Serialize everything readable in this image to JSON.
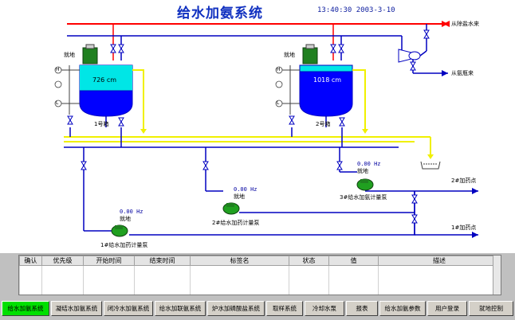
{
  "title": "给水加氨系统",
  "clock": "13:40:30  2003-3-10",
  "pipe_labels": {
    "from_desalted": "从除盐水来",
    "from_ammonia": "从氨瓶来",
    "to_dosing_2": "2#加药点",
    "to_dosing_1": "1#加药点"
  },
  "tanks": [
    {
      "name": "1号箱",
      "level": "726  cm",
      "valve_tag": "就地"
    },
    {
      "name": "2号箱",
      "level": "1018  cm",
      "valve_tag": "就地"
    }
  ],
  "pumps": [
    {
      "name": "1#给水加药计量泵",
      "freq": "0.00 Hz",
      "mode": "就地"
    },
    {
      "name": "2#给水加药计量泵",
      "freq": "0.00 Hz",
      "mode": "就地"
    },
    {
      "name": "3#给水加氨计量泵",
      "freq": "0.00 Hz",
      "mode": "就地"
    }
  ],
  "level_switches": {
    "high": "H",
    "low": "L"
  },
  "alarm_table": {
    "columns": [
      "确认",
      "优先级",
      "开始时间",
      "结束时间",
      "标签名",
      "状态",
      "值",
      "描述"
    ],
    "rows": [
      [],
      [],
      [],
      []
    ]
  },
  "nav": [
    {
      "label": "给水加氨系统",
      "active": true
    },
    {
      "label": "凝结水加氨系统",
      "active": false
    },
    {
      "label": "闭冷水加氨系统",
      "active": false
    },
    {
      "label": "给水加联氨系统",
      "active": false
    },
    {
      "label": "炉水加磷酸盐系统",
      "active": false
    },
    {
      "label": "取样系统",
      "active": false
    },
    {
      "label": "冷却水泵",
      "active": false
    },
    {
      "label": "报表",
      "active": false
    },
    {
      "label": "给水加氨参数",
      "active": false
    },
    {
      "label": "用户登录",
      "active": false
    },
    {
      "label": "就地控制",
      "active": false
    }
  ],
  "colors": {
    "desalted_water_line": "#ff0000",
    "process_line": "#0000c0",
    "drain_line": "#ffff00",
    "tank_liquid": "#0000ff",
    "tank_top": "#00e0e0",
    "motor": "#208020",
    "pump": "#20a020",
    "active_nav": "#00e000"
  }
}
